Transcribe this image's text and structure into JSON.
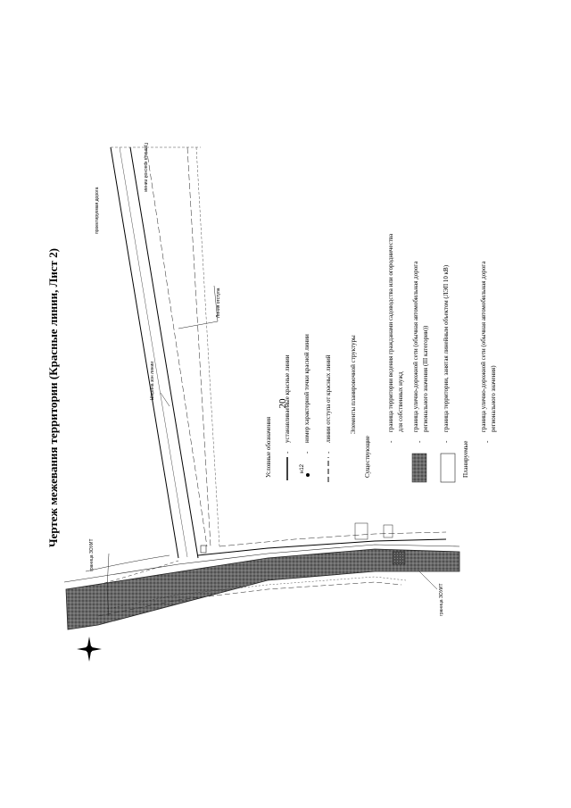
{
  "page_number": "20",
  "title": "Чертеж межевания территории (Красные линии, Лист 2)",
  "drawing_labels": {
    "road_top_right": "Граница красной линии",
    "road_upper_left": "проектируемая дорога",
    "zone_label_1": "Ширина зон линии",
    "zone_label_2": "Линия отступа",
    "zone_label_3": "граница ЗОУИТ",
    "zone_label_4": "граница ЗОУИТ"
  },
  "legend": {
    "header": "Условные обозначения",
    "items": [
      "устанавливаемые красные линии",
      "номер характерной точки красной линии",
      "линии отступа от красных линий"
    ],
    "point_marker": "н12",
    "planning_header": "Элементы планировочной структуры",
    "existing_header": "Существующие",
    "existing_items": [
      "граница территории ведения гражданами садоводства или огородничества для собственных нужд",
      "граница улично-дорожной сети (обычная автомобильная дорога регионального значения (III категории))",
      "граница территории, занятая линейным объектом (ЛЭП 10 кВ)"
    ],
    "planned_header": "Планируемые",
    "planned_items": [
      "граница улично-дорожной сети (обычная автомобильная дорога регионального значения)"
    ]
  },
  "colors": {
    "red_line": "#000000",
    "road_fill": "#555555",
    "ink": "#111111"
  },
  "icons": {
    "north_arrow": "compass-rose-icon"
  }
}
